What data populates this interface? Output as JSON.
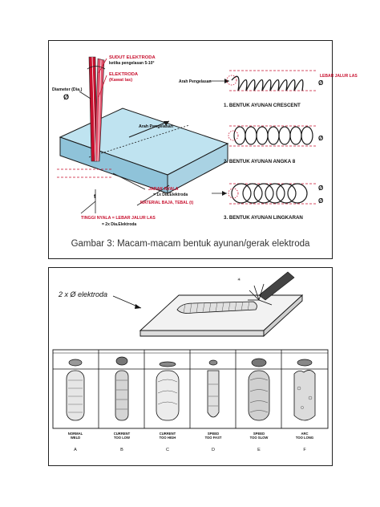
{
  "top_figure": {
    "caption": "Gambar 3: Macam-macam bentuk ayunan/gerak elektroda",
    "labels": {
      "sudut": "SUDUT ELEKTRODA",
      "sudut_sub": "ketika pengelasan 5-10°",
      "elektroda": "ELEKTRODA",
      "elektroda_sub": "(Kawat las)",
      "diameter": "Diameter (Dia.)",
      "diameter_symbol": "Ø",
      "arah_left": "Arah Pengelasan",
      "jarak": "JARAK NYALA",
      "jarak_sub": "= 1x Dia.Elektroda",
      "material": "MATERIAL BAJA, TEBAL (t)",
      "tinggi": "TINGGI NYALA = LEBAR JALUR LAS",
      "tinggi_sub": "= 2x Dia.Elektroda",
      "t_mark": "t",
      "arah_right": "Arah Pengelasan",
      "lebar": "LEBAR JALUR LAS"
    },
    "patterns": [
      {
        "label": "1. BENTUK AYUNAN CRESCENT",
        "symbol": "Ø"
      },
      {
        "label": "2. BENTUK AYUNAN ANGKA 8",
        "symbol": "Ø"
      },
      {
        "label": "3. BENTUK AYUNAN LINGKARAN",
        "symbol": "Ø"
      }
    ]
  },
  "bottom_figure": {
    "annotation": "2 x Ø elektroda",
    "cases": [
      {
        "letter": "A",
        "label_line1": "NORMAL",
        "label_line2": "WELD"
      },
      {
        "letter": "B",
        "label_line1": "CURRENT",
        "label_line2": "TOO LOW"
      },
      {
        "letter": "C",
        "label_line1": "CURRENT",
        "label_line2": "TOO HIGH"
      },
      {
        "letter": "D",
        "label_line1": "SPEED",
        "label_line2": "TOO FAST"
      },
      {
        "letter": "E",
        "label_line1": "SPEED",
        "label_line2": "TOO SLOW"
      },
      {
        "letter": "F",
        "label_line1": "ARC",
        "label_line2": "TOO LONG"
      }
    ]
  },
  "colors": {
    "accent": "#c8102e",
    "plate": "#bfe3f0",
    "line": "#1a1a1a"
  }
}
